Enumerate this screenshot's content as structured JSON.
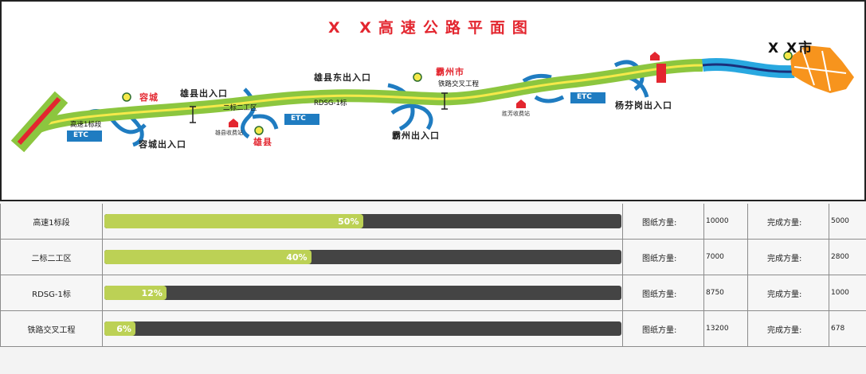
{
  "map": {
    "title": "X X高速公路平面图",
    "destination": "X X市",
    "sections": [
      "高速1标段",
      "二标二工区",
      "RDSG-1标",
      "铁路交叉工程"
    ],
    "exits": [
      "容城出入口",
      "雄县出入口",
      "雄县东出入口",
      "霸州出入口",
      "杨芬岗出入口"
    ],
    "cities": [
      "容城",
      "雄县",
      "霸州市"
    ],
    "tolls": [
      "雄县收费站",
      "胜芳收费站"
    ],
    "etc_label": "ETC"
  },
  "rows": [
    {
      "name": "高速1标段",
      "progress": 0.5,
      "progress_label": "50%",
      "drawing_label": "图纸方量:",
      "drawing_value": "10000",
      "done_label": "完成方量:",
      "done_value": "5000"
    },
    {
      "name": "二标二工区",
      "progress": 0.4,
      "progress_label": "40%",
      "drawing_label": "图纸方量:",
      "drawing_value": "7000",
      "done_label": "完成方量:",
      "done_value": "2800"
    },
    {
      "name": "RDSG-1标",
      "progress": 0.12,
      "progress_label": "12%",
      "drawing_label": "图纸方量:",
      "drawing_value": "8750",
      "done_label": "完成方量:",
      "done_value": "1000"
    },
    {
      "name": "铁路交叉工程",
      "progress": 0.06,
      "progress_label": "6%",
      "drawing_label": "图纸方量:",
      "drawing_value": "13200",
      "done_label": "完成方量:",
      "done_value": "678"
    }
  ],
  "colors": {
    "fill": "#bcd155",
    "track": "#444444",
    "road_green": "#8cc63f",
    "road_yellow": "#f5e94a",
    "interchange": "#1f7cc1",
    "title_red": "#e3262f",
    "city_orange": "#f7941d"
  }
}
